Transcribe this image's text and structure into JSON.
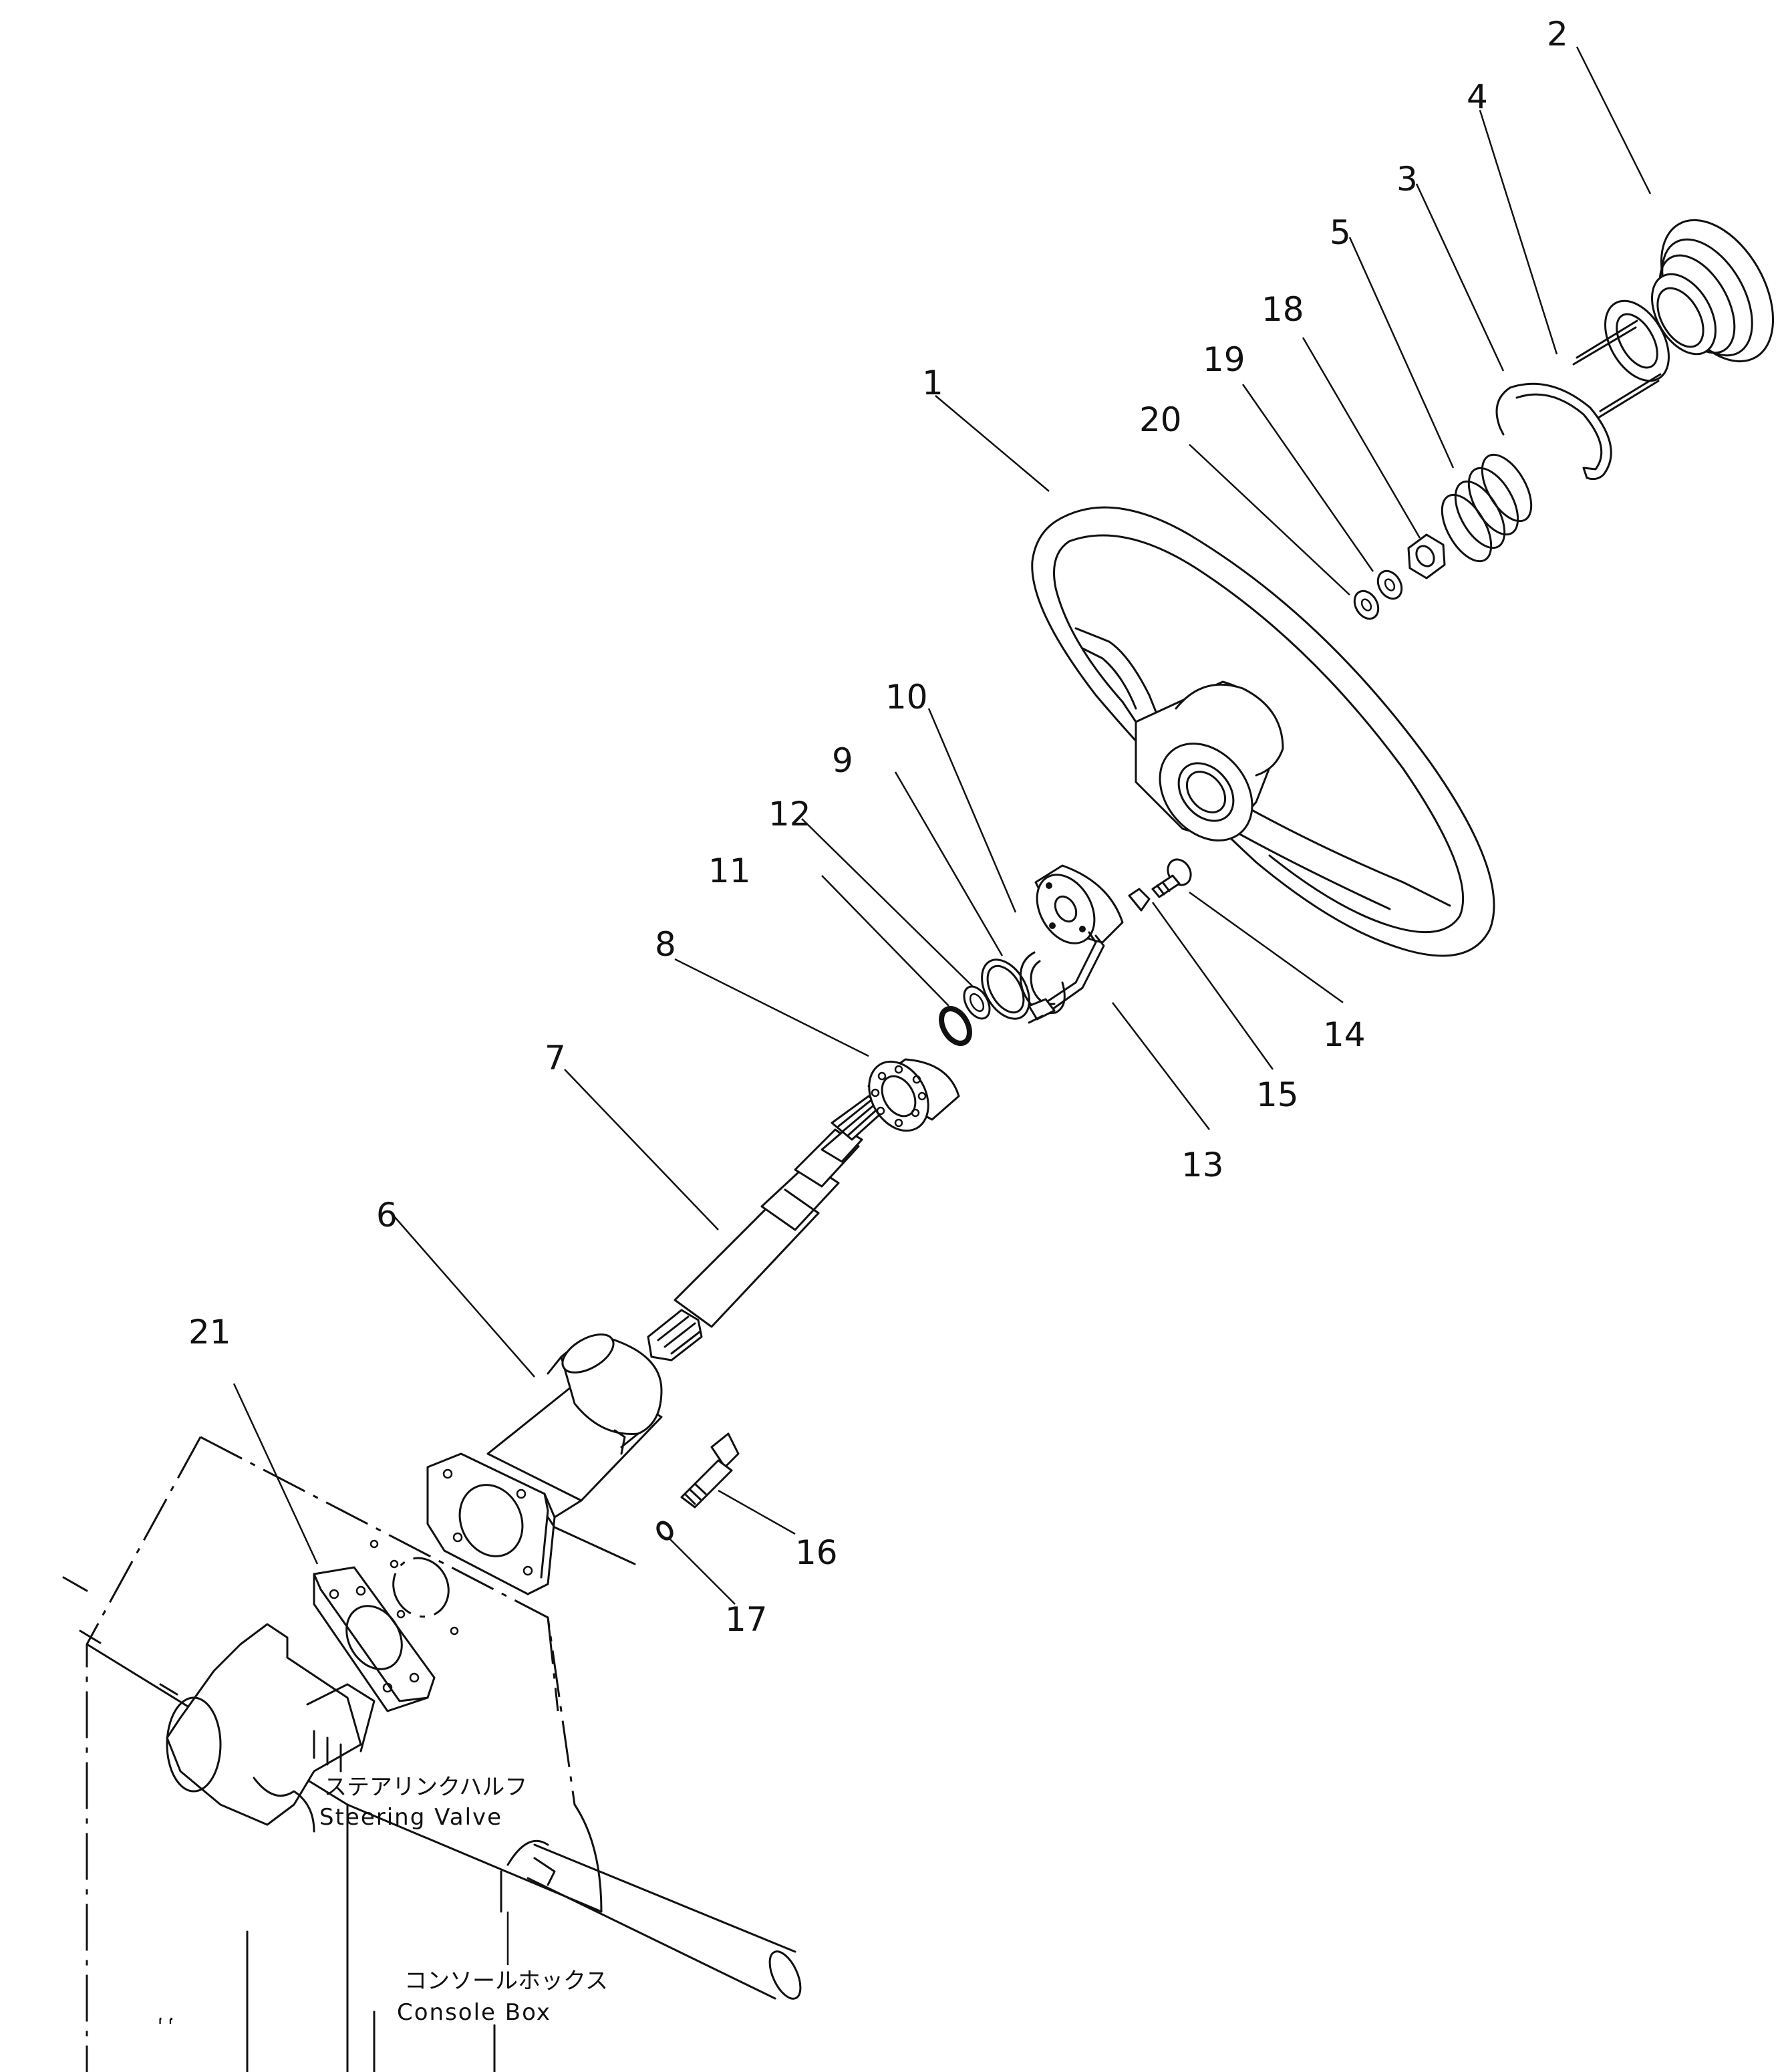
{
  "labels": [
    {
      "id": "1",
      "text": "1"
    },
    {
      "id": "2",
      "text": "2"
    },
    {
      "id": "3",
      "text": "3"
    },
    {
      "id": "4",
      "text": "4"
    },
    {
      "id": "5",
      "text": "5"
    },
    {
      "id": "6",
      "text": "6"
    },
    {
      "id": "7",
      "text": "7"
    },
    {
      "id": "8",
      "text": "8"
    },
    {
      "id": "9",
      "text": "9"
    },
    {
      "id": "10",
      "text": "10"
    },
    {
      "id": "11",
      "text": "11"
    },
    {
      "id": "12",
      "text": "12"
    },
    {
      "id": "13",
      "text": "13"
    },
    {
      "id": "14",
      "text": "14"
    },
    {
      "id": "15",
      "text": "15"
    },
    {
      "id": "16",
      "text": "16"
    },
    {
      "id": "17",
      "text": "17"
    },
    {
      "id": "18",
      "text": "18"
    },
    {
      "id": "19",
      "text": "19"
    },
    {
      "id": "20",
      "text": "20"
    },
    {
      "id": "21",
      "text": "21"
    }
  ],
  "captions": {
    "steering_valve_jp": "ステアリンクハルフ",
    "steering_valve_en": "Steering  Valve",
    "console_box_jp": "コンソールホックス",
    "console_box_en": "Console  Box"
  }
}
